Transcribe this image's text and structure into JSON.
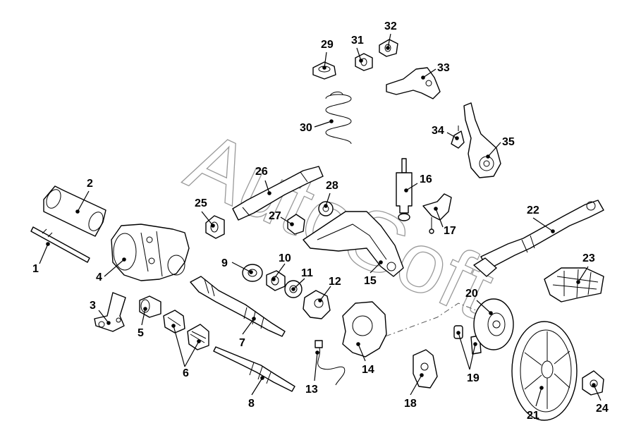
{
  "watermark": "AutoSoft",
  "callouts": [
    {
      "id": "c1",
      "label": "1"
    },
    {
      "id": "c2",
      "label": "2"
    },
    {
      "id": "c3",
      "label": "3"
    },
    {
      "id": "c4",
      "label": "4"
    },
    {
      "id": "c5",
      "label": "5"
    },
    {
      "id": "c6",
      "label": "6"
    },
    {
      "id": "c7",
      "label": "7"
    },
    {
      "id": "c8",
      "label": "8"
    },
    {
      "id": "c9",
      "label": "9"
    },
    {
      "id": "c10",
      "label": "10"
    },
    {
      "id": "c11",
      "label": "11"
    },
    {
      "id": "c12",
      "label": "12"
    },
    {
      "id": "c13",
      "label": "13"
    },
    {
      "id": "c14",
      "label": "14"
    },
    {
      "id": "c15",
      "label": "15"
    },
    {
      "id": "c16",
      "label": "16"
    },
    {
      "id": "c17",
      "label": "17"
    },
    {
      "id": "c18",
      "label": "18"
    },
    {
      "id": "c19",
      "label": "19"
    },
    {
      "id": "c20",
      "label": "20"
    },
    {
      "id": "c21",
      "label": "21"
    },
    {
      "id": "c22",
      "label": "22"
    },
    {
      "id": "c23",
      "label": "23"
    },
    {
      "id": "c24",
      "label": "24"
    },
    {
      "id": "c25",
      "label": "25"
    },
    {
      "id": "c26",
      "label": "26"
    },
    {
      "id": "c27",
      "label": "27"
    },
    {
      "id": "c28",
      "label": "28"
    },
    {
      "id": "c29",
      "label": "29"
    },
    {
      "id": "c30",
      "label": "30"
    },
    {
      "id": "c31",
      "label": "31"
    },
    {
      "id": "c32",
      "label": "32"
    },
    {
      "id": "c33",
      "label": "33"
    },
    {
      "id": "c34",
      "label": "34"
    },
    {
      "id": "c35",
      "label": "35"
    }
  ]
}
